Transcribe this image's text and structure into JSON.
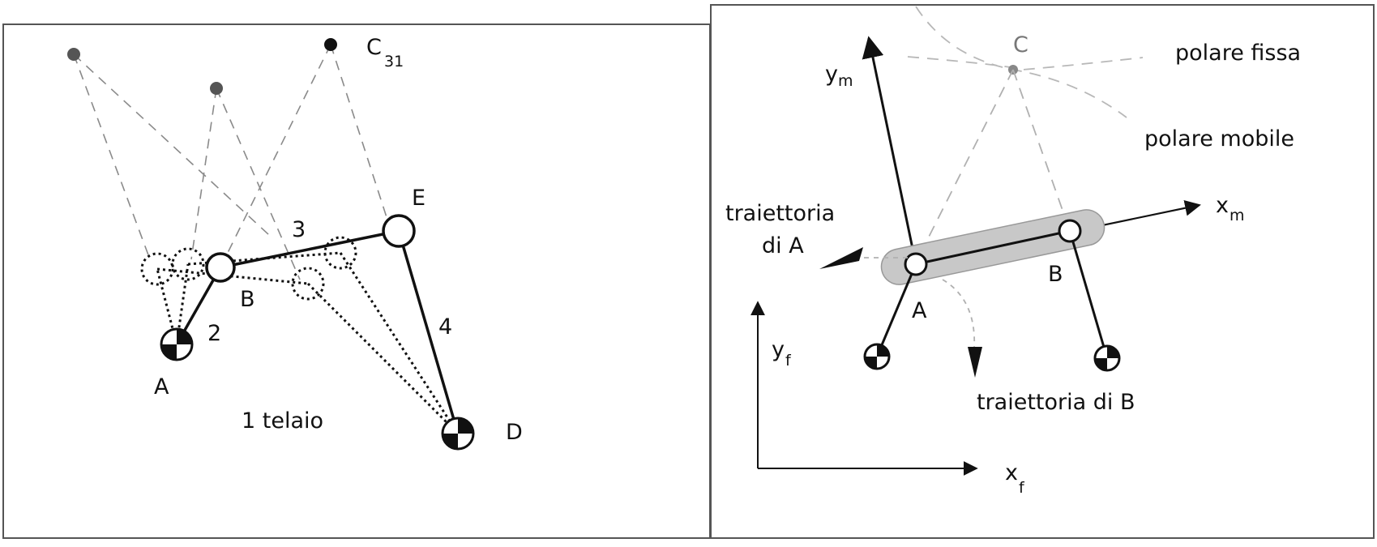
{
  "left_panel": {
    "labels": {
      "c": "C",
      "c_sub": "31",
      "e": "E",
      "three": "3",
      "b": "B",
      "two": "2",
      "a": "A",
      "four": "4",
      "frame": "1 telaio",
      "d": "D"
    }
  },
  "right_panel": {
    "labels": {
      "c": "C",
      "polare_fissa": "polare fissa",
      "polare_mobile": "polare mobile",
      "ym": "y",
      "ym_sub": "m",
      "xm": "x",
      "xm_sub": "m",
      "traj_a_line1": "traiettoria",
      "traj_a_line2": "di A",
      "a": "A",
      "b": "B",
      "yf": "y",
      "yf_sub": "f",
      "xf": "x",
      "xf_sub": "f",
      "traj_b": "traiettoria di B"
    }
  },
  "colors": {
    "line": "#111111",
    "dash": "#8a8a8a",
    "coupler_fill": "#c8c8c8",
    "light_dash": "#b8b8b8",
    "pole_gray": "#777777"
  }
}
